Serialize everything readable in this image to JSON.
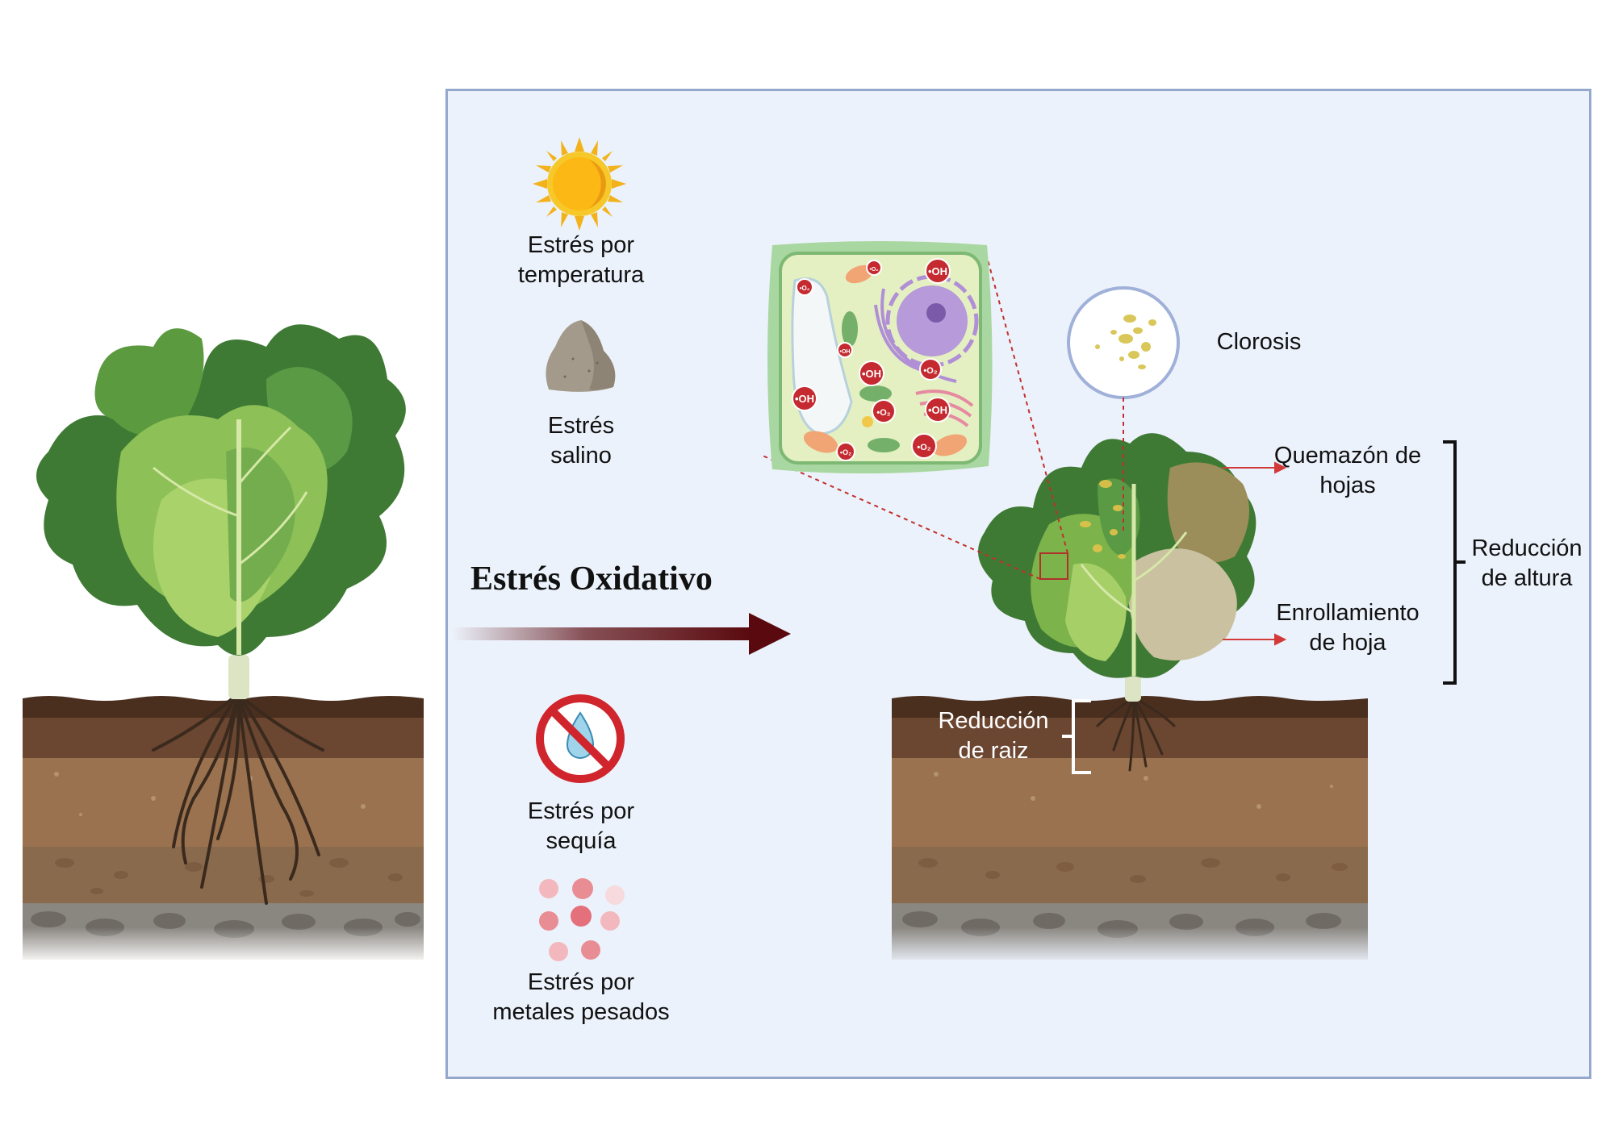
{
  "labels": {
    "temperature": [
      "Estrés por",
      "temperatura"
    ],
    "saline": [
      "Estrés",
      "salino"
    ],
    "drought": [
      "Estrés por",
      "sequía"
    ],
    "metals": [
      "Estrés por",
      "metales pesados"
    ],
    "oxidative": "Estrés Oxidativo",
    "chlorosis": "Clorosis",
    "leaf_burn": [
      "Quemazón de",
      "hojas"
    ],
    "leaf_roll": [
      "Enrollamiento",
      "de hoja"
    ],
    "height_reduction": [
      "Reducción",
      "de altura"
    ],
    "root_reduction": [
      "Reducción",
      "de raiz"
    ]
  },
  "ros_labels": {
    "oh": "•OH",
    "o2": "•O₂"
  },
  "colors": {
    "panel_bg": "#ecf2fb",
    "panel_border": "#93a8cc",
    "arrow_dark": "#5a0a0e",
    "soil_top": "#5b3a27",
    "soil_mid": "#8a6446",
    "soil_low": "#7d6650",
    "leaf_dark": "#3f7a35",
    "leaf_light": "#9fcb5c",
    "ros_red": "#c42a2f",
    "pointer_red": "#d23a3a"
  },
  "icons": [
    "sun-icon",
    "rock-icon",
    "no-water-icon",
    "metal-particles-icon",
    "plant-cell-icon",
    "magnifier-icon"
  ]
}
